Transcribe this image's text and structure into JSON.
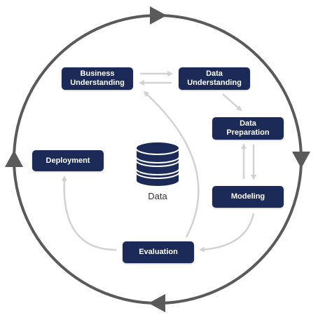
{
  "colors": {
    "node_fill": "#1b2a57",
    "node_text": "#ffffff",
    "outer_cycle": "#5a5a5a",
    "inner_arrows": "#d2d2d2",
    "database_icon": "#1b2a57"
  },
  "nodes": {
    "business_understanding": "Business\nUnderstanding",
    "data_understanding": "Data\nUnderstanding",
    "data_preparation": "Data\nPreparation",
    "modeling": "Modeling",
    "evaluation": "Evaluation",
    "deployment": "Deployment"
  },
  "center": {
    "icon": "database-icon",
    "label": "Data"
  },
  "outer_cycle": {
    "direction": "clockwise",
    "arrowheads": 4
  },
  "connections": [
    {
      "from": "business_understanding",
      "to": "data_understanding"
    },
    {
      "from": "data_understanding",
      "to": "business_understanding"
    },
    {
      "from": "data_understanding",
      "to": "data_preparation"
    },
    {
      "from": "data_preparation",
      "to": "modeling"
    },
    {
      "from": "modeling",
      "to": "data_preparation"
    },
    {
      "from": "modeling",
      "to": "evaluation"
    },
    {
      "from": "evaluation",
      "to": "business_understanding"
    },
    {
      "from": "evaluation",
      "to": "deployment"
    }
  ]
}
